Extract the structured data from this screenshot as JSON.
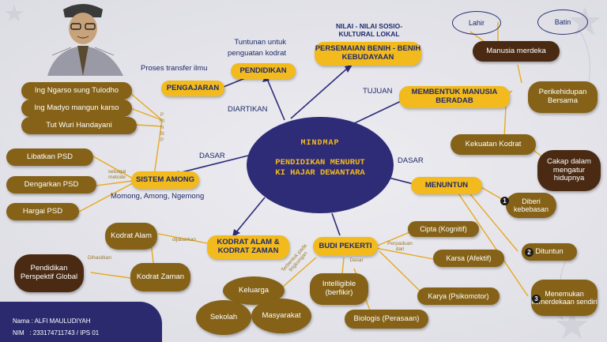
{
  "center": {
    "title": "MINDMAP",
    "line1": "PENDIDIKAN MENURUT",
    "line2": "KI HAJAR DEWANTARA"
  },
  "edges": {
    "diartikan": "DIARTIKAN",
    "tujuan": "TUJUAN",
    "dasar_left": "DASAR",
    "dasar_right": "DASAR"
  },
  "pendidikan": {
    "label": "PENDIDIKAN",
    "note": "Tuntunan untuk penguatan kodrat"
  },
  "pengajaran": {
    "label": "PENGAJARAN",
    "note": "Proses transfer ilmu"
  },
  "nilai": {
    "heading": "NILAI - NILAI SOSIO- KULTURAL LOKAL",
    "label": "PERSEMAIAN BENIH - BENIH KEBUDAYAAN"
  },
  "tujuan_node": {
    "label": "MEMBENTUK MANUSIA BERADAB"
  },
  "right_branch": {
    "lahir": "Lahir",
    "batin": "Batin",
    "manusia_merdeka": "Manusia merdeka",
    "perikehidupan": "Perikehidupan Bersama",
    "kekuatan": "Kekuatan Kodrat",
    "cakap": "Cakap dalam mengatur hidupnya"
  },
  "prinsip": {
    "label": "PRINSIP",
    "items": [
      "Ing Ngarso sung Tulodho",
      "Ing Madyo mangun karso",
      "Tut Wuri Handayani"
    ]
  },
  "among": {
    "label": "SISTEM AMONG",
    "sub": "Momong, Among, Ngemong",
    "via": "sebagai metode",
    "items": [
      "Libatkan PSD",
      "Dengarkan PSD",
      "Hargai PSD"
    ]
  },
  "menuntun": {
    "label": "MENUNTUN",
    "items": [
      {
        "num": "1",
        "text": "Diberi kebebasan"
      },
      {
        "num": "2",
        "text": "Dituntun"
      },
      {
        "num": "3",
        "text": "Menemukan kemerdekaan sendiri"
      }
    ]
  },
  "kodrat": {
    "label": "KODRAT ALAM & KODRAT ZAMAN",
    "via": "dijabarkan",
    "alam": "Kodrat Alam",
    "zaman": "Kodrat Zaman",
    "dihasilkan": "Dihasilkan",
    "global": "Pendidikan Perspektif Global"
  },
  "budi": {
    "label": "BUDI PEKERTI",
    "perpaduan": "Perpaduan dari",
    "cipta": "Cipta (Kognitif)",
    "karsa": "Karsa (Afektif)",
    "karya": "Karya (Psikomotor)",
    "dasar": "Dasar",
    "intelligible": "Intelligible (berfikir)",
    "biologis": "Biologis (Perasaan)",
    "terbentuk": "Terbentuk pada lingkungan",
    "keluarga": "Keluarga",
    "sekolah": "Sekolah",
    "masyarakat": "Masyarakat"
  },
  "footer": {
    "name": "Nama : ALFI MAULUDIYAH",
    "nim": "NIM   : 233174711743 / IPS 01"
  }
}
